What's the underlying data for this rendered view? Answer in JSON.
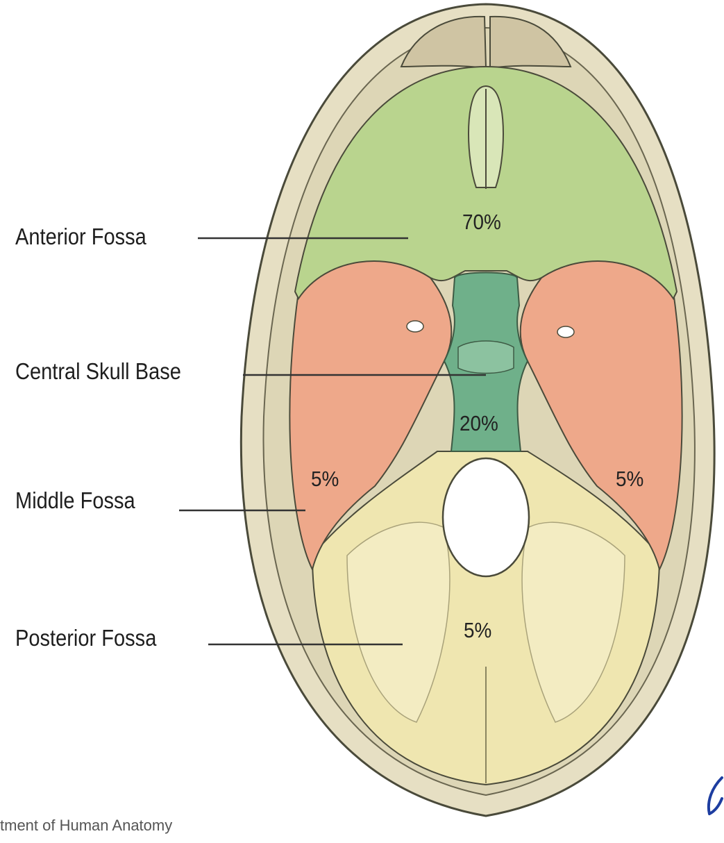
{
  "labels": {
    "anterior": "Anterior Fossa",
    "central": "Central Skull Base",
    "middle": "Middle Fossa",
    "posterior": "Posterior Fossa"
  },
  "percentages": {
    "anterior": "70%",
    "central": "20%",
    "middle_left": "5%",
    "middle_right": "5%",
    "posterior": "5%"
  },
  "footer": "tment of Human Anatomy",
  "colors": {
    "skull_outer": "#e6dfc3",
    "skull_bone": "#ddd6b6",
    "anterior_fossa": "#b9d48e",
    "central_base": "#6fb08a",
    "middle_fossa": "#eea88a",
    "posterior_fossa": "#efe6b0",
    "outline": "#4a4a3a"
  }
}
